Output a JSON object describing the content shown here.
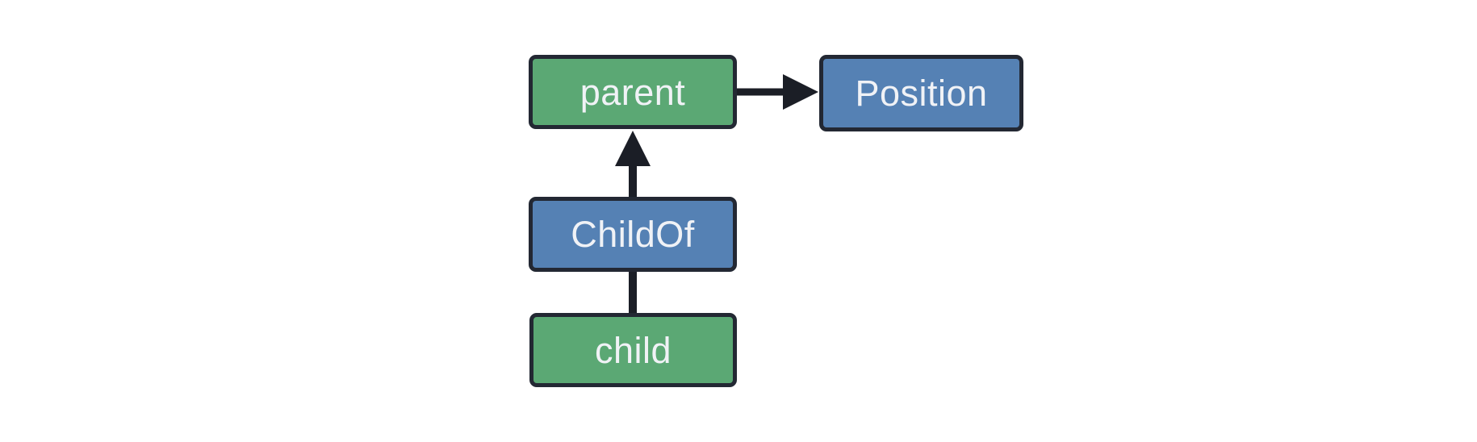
{
  "diagram": {
    "nodes": {
      "parent": {
        "label": "parent",
        "fill": "green"
      },
      "position": {
        "label": "Position",
        "fill": "blue"
      },
      "childof": {
        "label": "ChildOf",
        "fill": "blue"
      },
      "child": {
        "label": "child",
        "fill": "green"
      }
    },
    "edges": [
      {
        "from": "parent",
        "to": "Position",
        "connector": "arrow",
        "direction": "right"
      },
      {
        "from": "ChildOf",
        "to": "parent",
        "connector": "arrow",
        "direction": "up"
      },
      {
        "from": "child",
        "to": "ChildOf",
        "connector": "line",
        "direction": "up"
      }
    ],
    "colors": {
      "node_green": "#5ba874",
      "node_blue": "#5581b4",
      "node_border": "#232833",
      "connector": "#1b1e26",
      "text": "#f0f2f6",
      "background": "#ffffff"
    }
  }
}
